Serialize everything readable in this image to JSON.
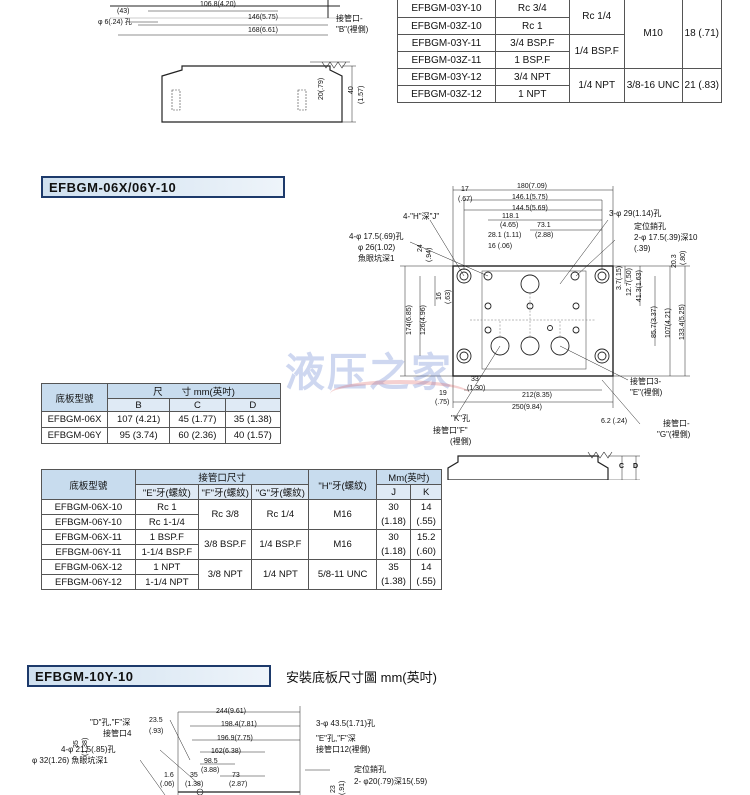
{
  "top": {
    "dims": {
      "d1": "106.8(4.20)",
      "d2": "(43)",
      "d3": "φ 6(.24) 孔",
      "d4": "146(5.75)",
      "d5": "168(6.61)",
      "d6": "20(.79)",
      "d7": "40",
      "d8": "(1.57)",
      "port_b_line1": "接管口-",
      "port_b_line2": "\"B\"(裡側)"
    },
    "table": {
      "rows": [
        [
          "EFBGM-03Y-10",
          "Rc 3/4"
        ],
        [
          "EFBGM-03Z-10",
          "Rc 1"
        ],
        [
          "EFBGM-03Y-11",
          "3/4 BSP.F"
        ],
        [
          "EFBGM-03Z-11",
          "1 BSP.F"
        ],
        [
          "EFBGM-03Y-12",
          "3/4 NPT"
        ],
        [
          "EFBGM-03Z-12",
          "1 NPT"
        ]
      ],
      "col3": [
        "Rc 1/4",
        "1/4 BSP.F",
        "1/4 NPT"
      ],
      "col4": [
        "M10",
        "3/8-16 UNC"
      ],
      "col5": [
        "18 (.71)",
        "21 (.83)"
      ]
    }
  },
  "section06": {
    "title": "EFBGM-06X/06Y-10",
    "dim_table": {
      "h_model": "底板型號",
      "h_size": "尺　　寸 mm(英吋)",
      "cols": [
        "B",
        "C",
        "D"
      ],
      "rows": [
        {
          "model": "EFBGM-06X",
          "b": "107 (4.21)",
          "c": "45 (1.77)",
          "d": "35 (1.38)"
        },
        {
          "model": "EFBGM-06Y",
          "b": "95 (3.74)",
          "c": "60 (2.36)",
          "d": "40 (1.57)"
        }
      ]
    },
    "port_table": {
      "h_model": "底板型號",
      "h_port": "接管口尺寸",
      "h_e": "\"E\"牙(螺紋)",
      "h_f": "\"F\"牙(螺紋)",
      "h_g": "\"G\"牙(螺紋)",
      "h_h": "\"H\"牙(螺紋)",
      "h_mm": "Mm(英吋)",
      "h_j": "J",
      "h_k": "K",
      "groups": [
        {
          "models": [
            "EFBGM-06X-10",
            "EFBGM-06Y-10"
          ],
          "e": [
            "Rc 1",
            "Rc 1-1/4"
          ],
          "f": "Rc 3/8",
          "g": "Rc 1/4",
          "h": "M16",
          "j": [
            "30",
            "(1.18)"
          ],
          "k": [
            "14",
            "(.55)"
          ]
        },
        {
          "models": [
            "EFBGM-06X-11",
            "EFBGM-06Y-11"
          ],
          "e": [
            "1 BSP.F",
            "1-1/4 BSP.F"
          ],
          "f": "3/8 BSP.F",
          "g": "1/4 BSP.F",
          "h": "M16",
          "j": [
            "30",
            "(1.18)"
          ],
          "k": [
            "15.2",
            "(.60)"
          ]
        },
        {
          "models": [
            "EFBGM-06X-12",
            "EFBGM-06Y-12"
          ],
          "e": [
            "1 NPT",
            "1-1/4 NPT"
          ],
          "f": "3/8 NPT",
          "g": "1/4 NPT",
          "h": "5/8-11 UNC",
          "j": [
            "35",
            "(1.38)"
          ],
          "k": [
            "14",
            "(.55)"
          ]
        }
      ]
    },
    "drawing": {
      "top_dims": [
        "17",
        "(.67)",
        "180(7.09)",
        "146.1(5.75)",
        "144.5(5.69)",
        "118.1",
        "(4.65)",
        "73.1",
        "28.1 (1.11)",
        "(2.88)",
        "16 (.06)"
      ],
      "left_dims": [
        "24",
        "(.94)",
        "174(6.85)",
        "126(4.96)",
        "16",
        "(.63)"
      ],
      "right_dims": [
        "20.3",
        "(.80)",
        "3.7(.15)",
        "12.7(.50)",
        "41.3(1.63)",
        "85.7(3.37)",
        "107(4.21)",
        "133.4(5.25)"
      ],
      "bottom_dims": [
        "33",
        "(1.30)",
        "19",
        "(.75)",
        "212(8.35)",
        "250(9.84)",
        "6.2 (.24)"
      ],
      "callouts": {
        "h_hole": "4-\"H\"深\"J\"",
        "counter1": "4-φ 17.5(.69)孔",
        "counter2": "φ 26(1.02)",
        "counter3": "魚眼坑深1",
        "e_hole": "3-φ 29(1.14)孔",
        "pin1": "定位銷孔",
        "pin2": "2-φ 17.5(.39)深10",
        "pin3": "(.39)",
        "port_e1": "接管口3-",
        "port_e2": "\"E\"(裡側)",
        "k_hole": "\"K\"孔",
        "port_f1": "接管口\"F\"",
        "port_f2": "(裡側)",
        "port_g1": "接管口-",
        "port_g2": "\"G\"(裡側)",
        "c_label": "C",
        "d_label": "D"
      }
    }
  },
  "section10": {
    "title": "EFBGM-10Y-10",
    "subtitle": "安裝底板尺寸圖 mm(英吋)",
    "callouts": {
      "df": "\"D\"孔,\"F\"深",
      "port4": "接管口4",
      "c1": "4-φ 21.5(.85)孔",
      "c2": "φ 32(1.26) 魚眼坑深1",
      "e3": "3-φ 43.5(1.71)孔",
      "ef": "\"E\"孔,\"F\"深",
      "port12": "接管口12(裡側)",
      "pin1": "定位銷孔",
      "pin2": "2- φ20(.79)深15(.59)"
    },
    "dims": [
      "23.5",
      "(.93)",
      "244(9.61)",
      "198.4(7.81)",
      "196.9(7.75)",
      "162(6.38)",
      "98.5",
      "(3.88)",
      "35",
      "(1.38)",
      "73",
      "(2.87)",
      "1.6",
      "(.06)",
      "35",
      "(1.38)",
      "23",
      "(.91)"
    ]
  },
  "watermark": "液压之家"
}
